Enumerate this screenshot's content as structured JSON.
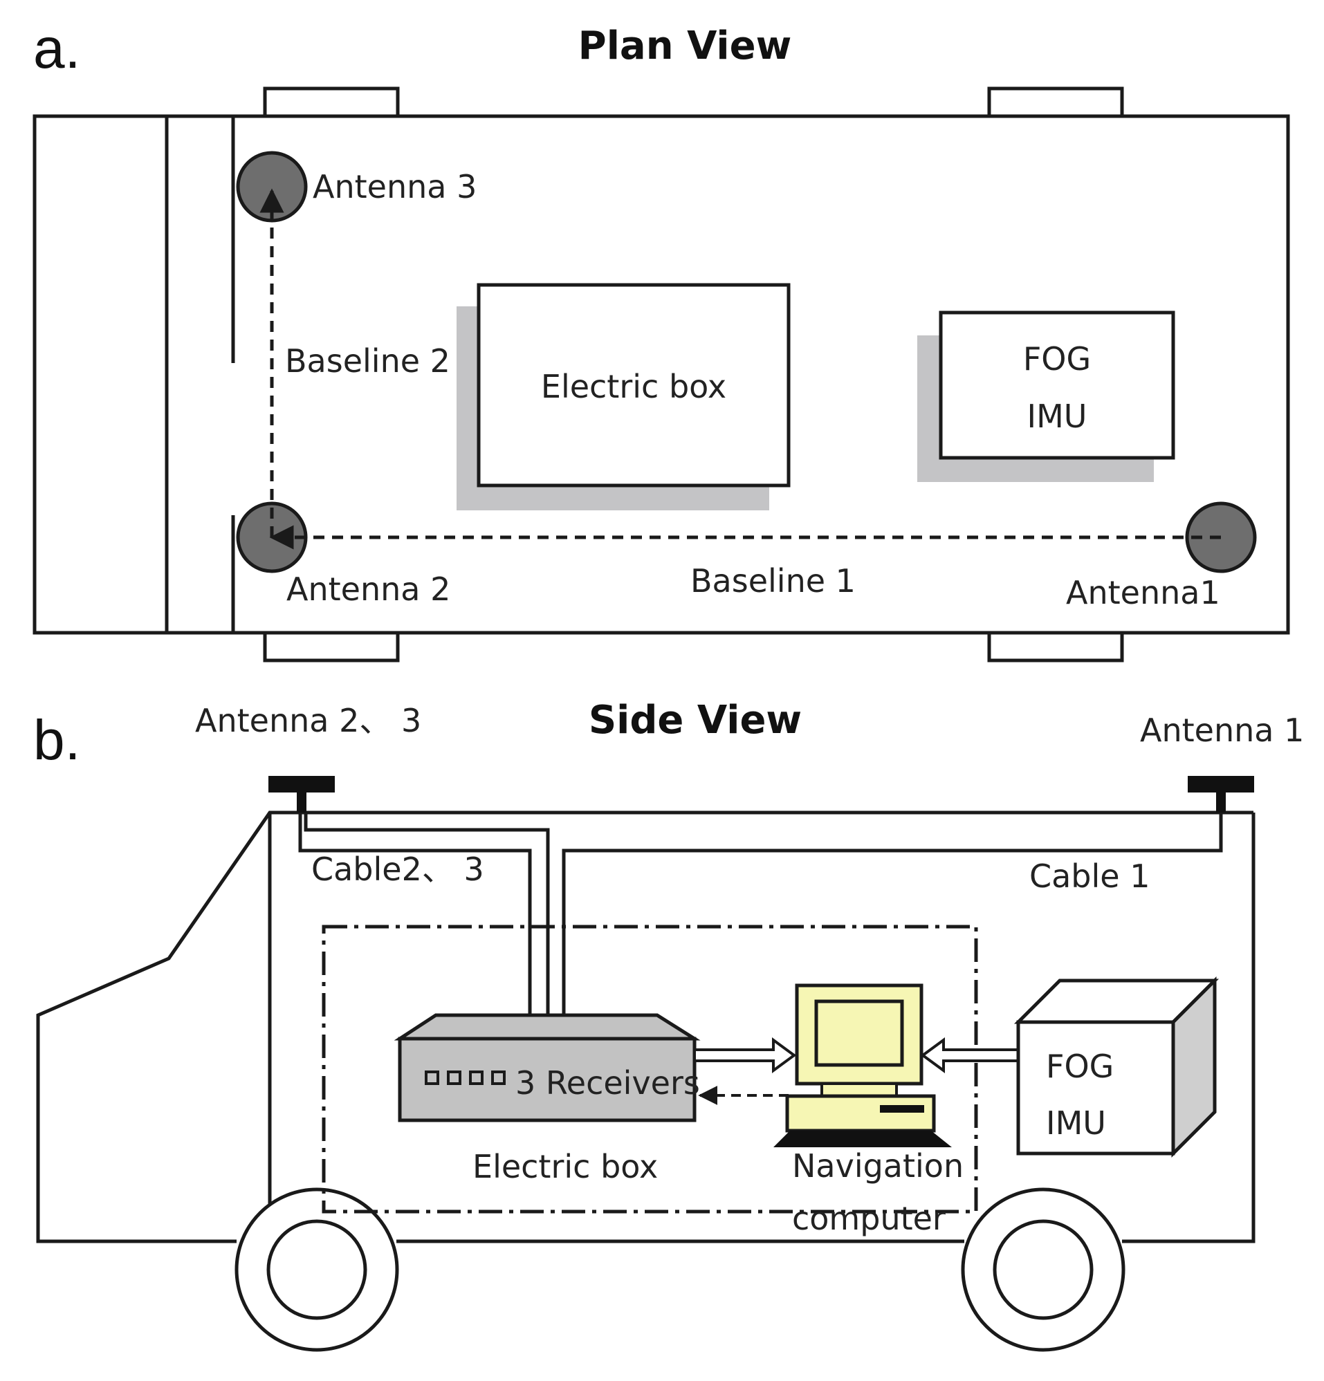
{
  "panel_a": {
    "letter": "a.",
    "title": "Plan View",
    "labels": {
      "antenna3": "Antenna 3",
      "antenna2": "Antenna 2",
      "antenna1": "Antenna1",
      "baseline2": "Baseline 2",
      "baseline1": "Baseline 1",
      "electric_box": "Electric box",
      "fog": "FOG",
      "imu": "IMU"
    }
  },
  "panel_b": {
    "letter": "b.",
    "title": "Side View",
    "labels": {
      "antenna23": "Antenna 2、 3",
      "antenna1": "Antenna 1",
      "cable23": "Cable2、 3",
      "cable1": "Cable 1",
      "receivers": "3 Receivers",
      "electric_box": "Electric box",
      "nav_line1": "Navigation",
      "nav_line2": "computer",
      "fog": "FOG",
      "imu": "IMU"
    }
  },
  "colors": {
    "outline": "#1a1a1a",
    "antenna_fill": "#6e6e6e",
    "shadow": "#c4c4c6",
    "receiver_fill": "#c2c2c2",
    "computer_fill": "#f6f6b4",
    "imu_side": "#cfcfcf"
  }
}
